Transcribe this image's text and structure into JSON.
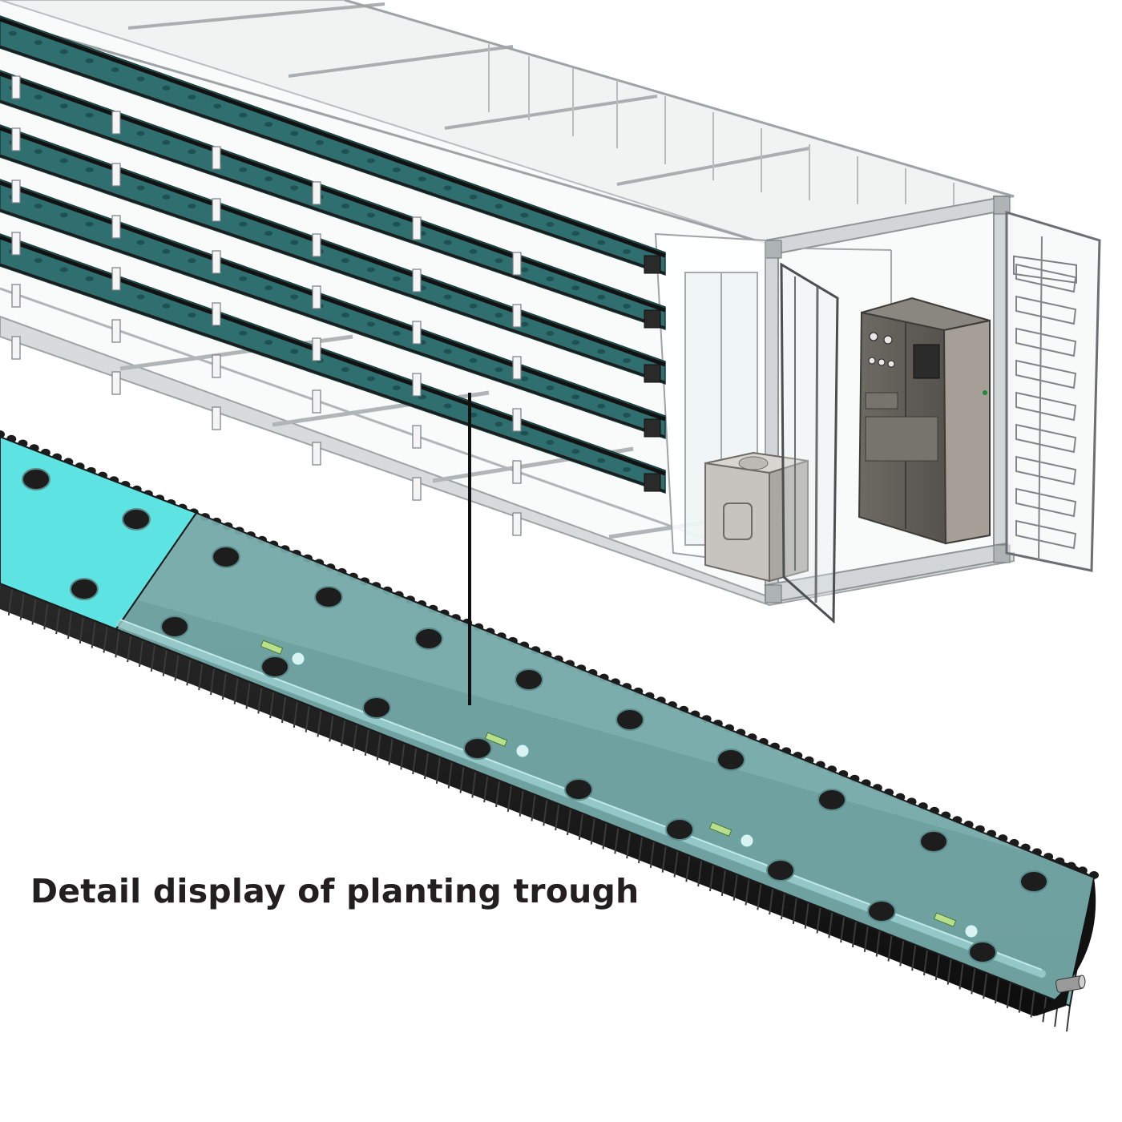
{
  "caption": "Detail display of planting trough",
  "colors": {
    "trough_teal": "#2f6f6f",
    "trough_dark": "#1e5252",
    "trough_cover_cyan": "#5ee3e3",
    "trough_cover_transparent": "#6fa6a6",
    "trough_shell": "#1a1a1a",
    "frame_grey": "#bfc3c5",
    "cabinet_grey": "#66625d",
    "caption_text": "#231f20"
  },
  "components": {
    "container_frame": "container-frame",
    "growing_shelves": "multi-tier-planting-troughs",
    "control_cabinet": "electrical-control-cabinet",
    "nutrient_tank": "nutrient-water-tank",
    "doors": "double-rear-doors",
    "trough_detail": "enlarged-planting-trough",
    "leader_line": "callout-line"
  }
}
